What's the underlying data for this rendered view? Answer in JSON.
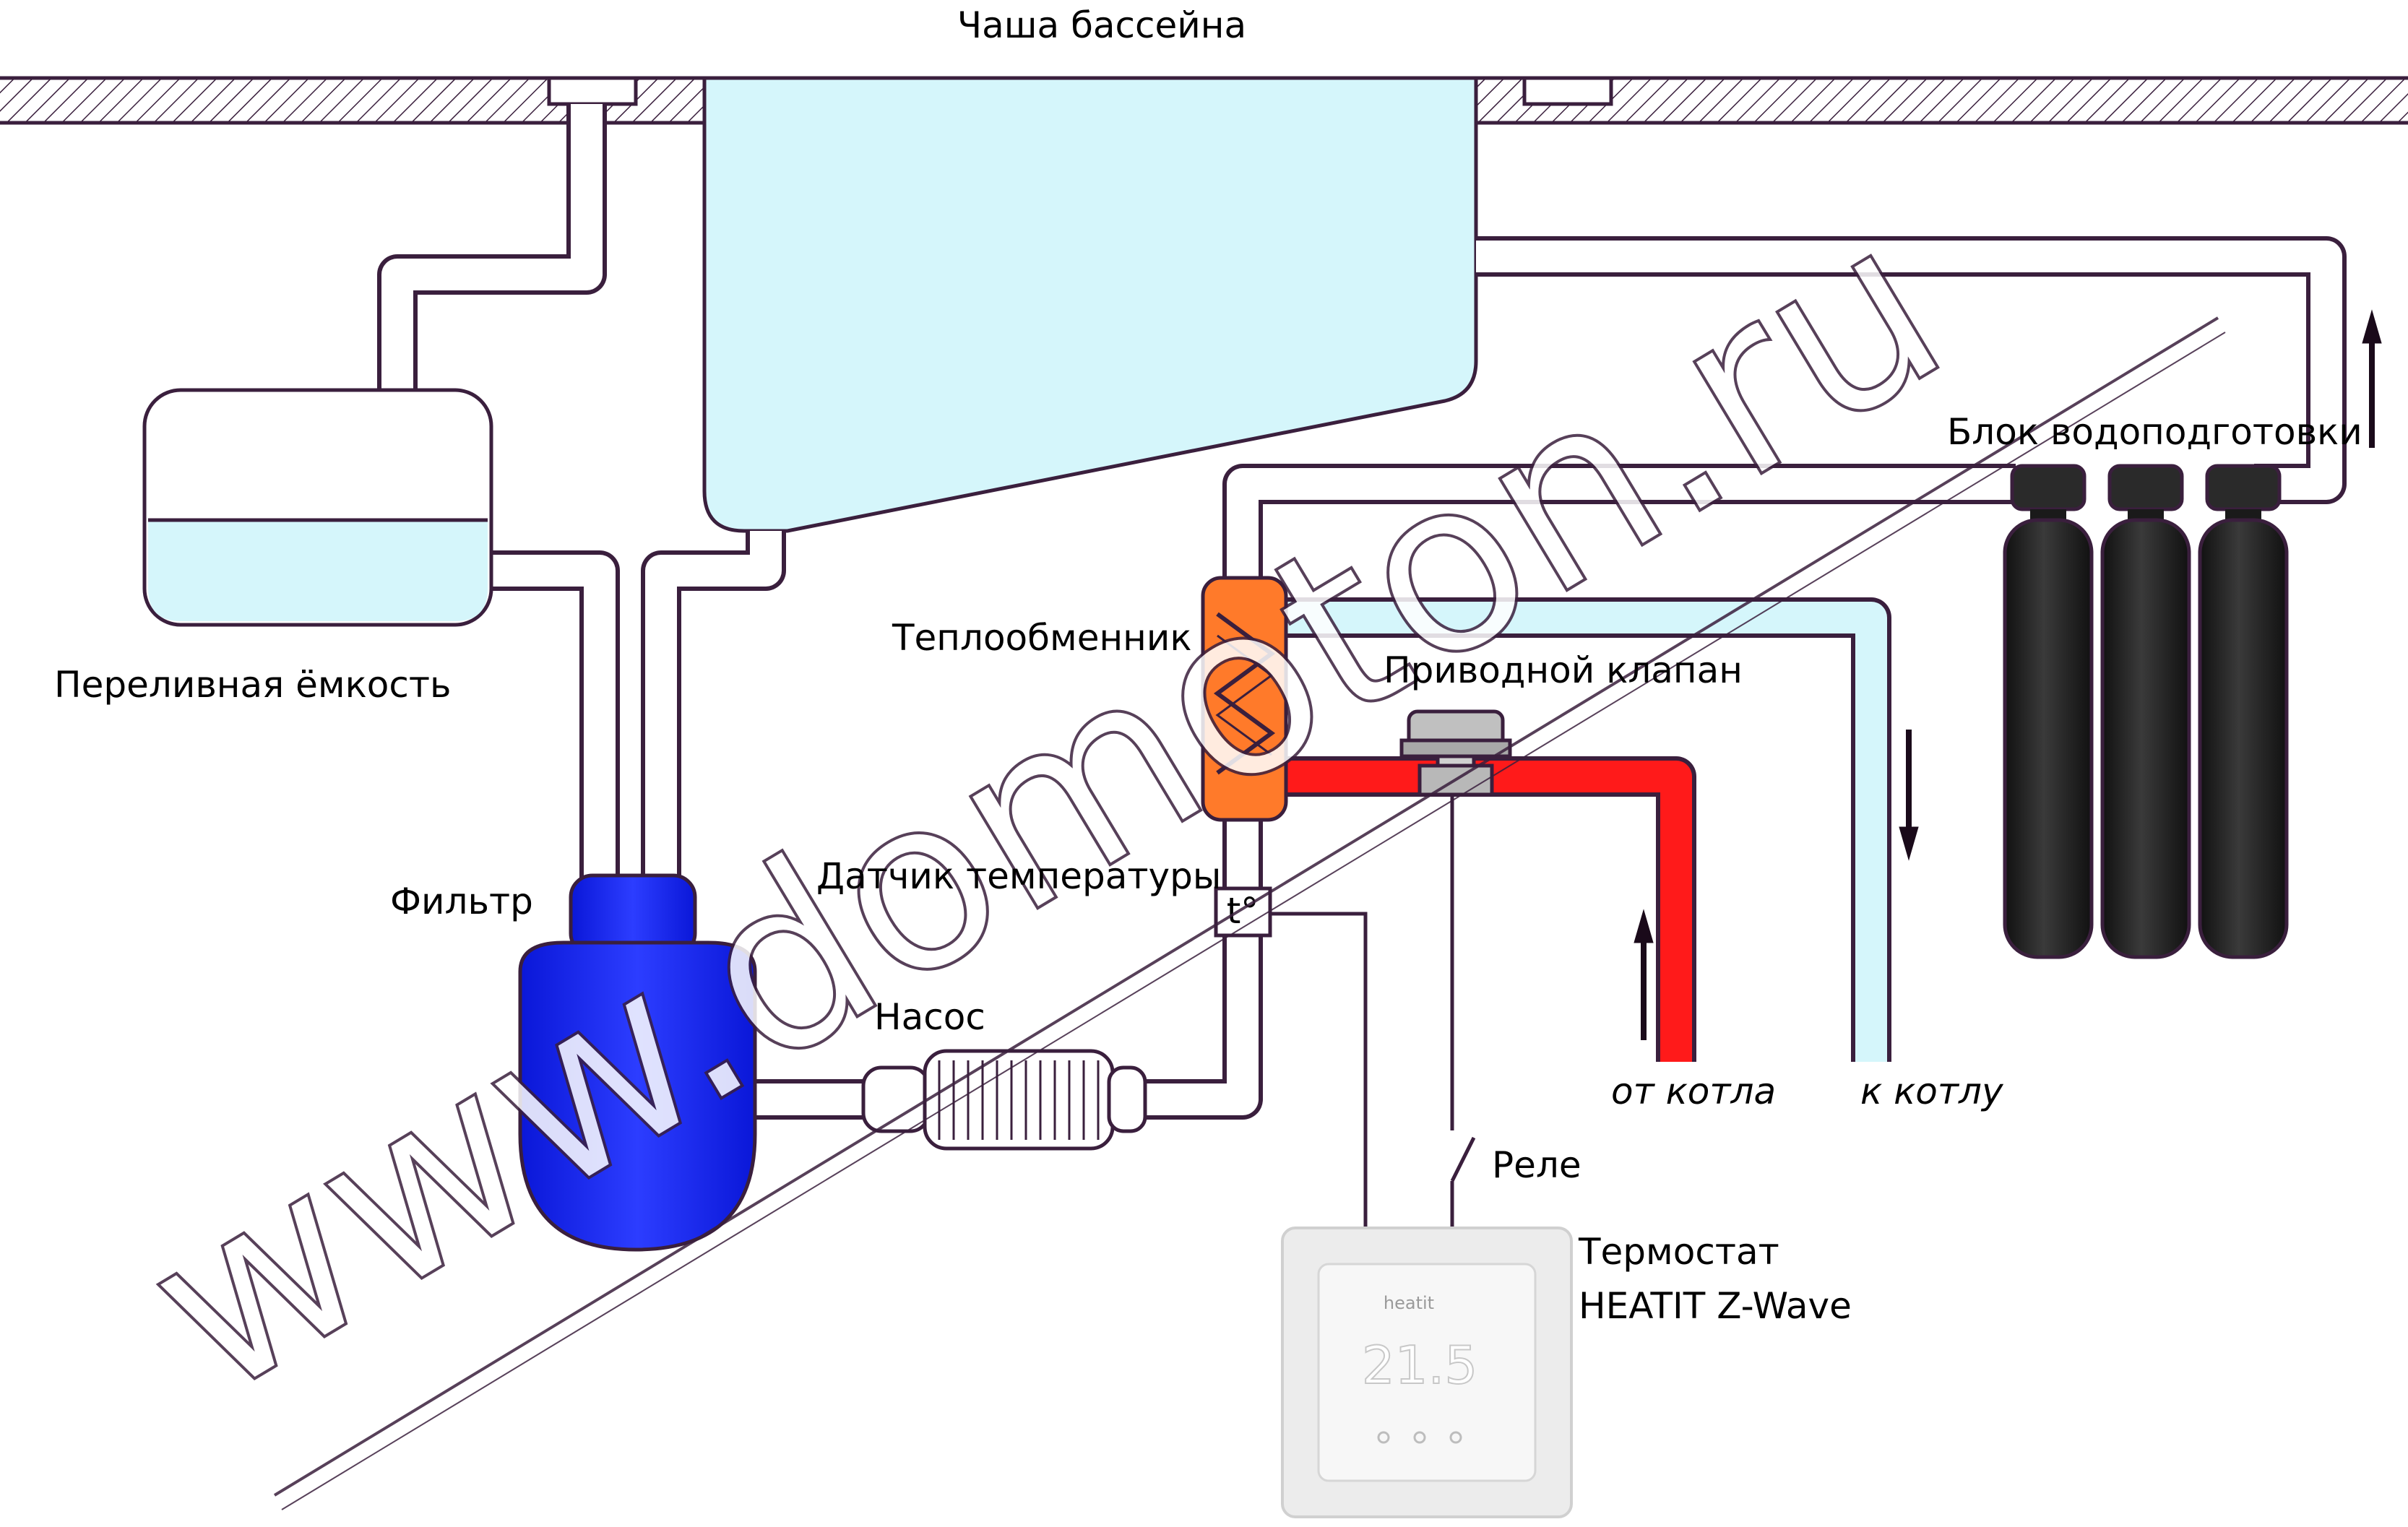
{
  "labels": {
    "pool_bowl": "Чаша бассейна",
    "overflow_tank": "Переливная ёмкость",
    "heat_exchanger": "Теплообменник",
    "drive_valve": "Приводной клапан",
    "water_treatment": "Блок водоподготовки",
    "filter": "Фильтр",
    "temp_sensor": "Датчик температуры",
    "pump": "Насос",
    "from_boiler": "от котла",
    "to_boiler": "к котлу",
    "relay": "Реле",
    "thermostat_line1": "Термостат",
    "thermostat_line2": "HEATIT Z-Wave",
    "sensor_symbol": "t°",
    "thermostat_brand": "heatit",
    "thermostat_display": "21.5",
    "watermark": "www.domoton.ru"
  },
  "colors": {
    "outline": "#3a1f3d",
    "pool_water": "#d5f6fb",
    "hot_pipe": "#ff1a1a",
    "heat_exchanger": "#ff7a2a",
    "filter": "#1f2eff",
    "filter_tank": "#1d2df0",
    "treatment_tanks": "#2a2a2a"
  },
  "icons": {
    "flow_arrow": "arrow-icon",
    "relay_switch": "relay-switch-icon"
  }
}
